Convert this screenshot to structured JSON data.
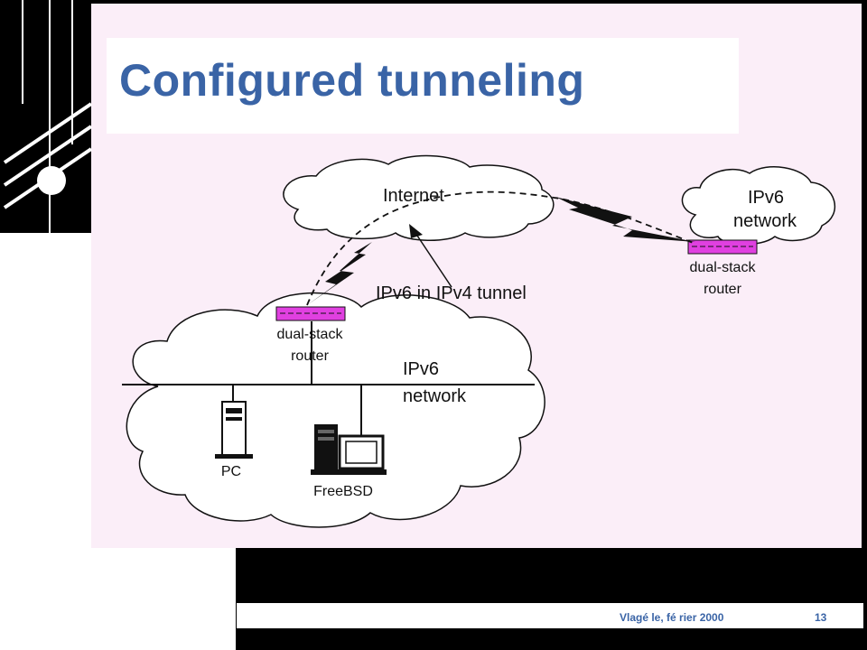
{
  "slide": {
    "title": "Configured tunneling",
    "footer_left": "Vlagé le, fé rier 2000",
    "page_number": "13"
  },
  "diagram": {
    "internet_label": "Internet",
    "tunnel_label": "IPv6 in IPv4 tunnel",
    "right_network_label_line1": "IPv6",
    "right_network_label_line2": "network",
    "right_router_label_line1": "dual-stack",
    "right_router_label_line2": "router",
    "left_router_label_line1": "dual-stack",
    "left_router_label_line2": "router",
    "left_network_label_line1": "IPv6",
    "left_network_label_line2": "network",
    "pc_label": "PC",
    "freebsd_label": "FreeBSD",
    "router_color": "#e040e0"
  }
}
